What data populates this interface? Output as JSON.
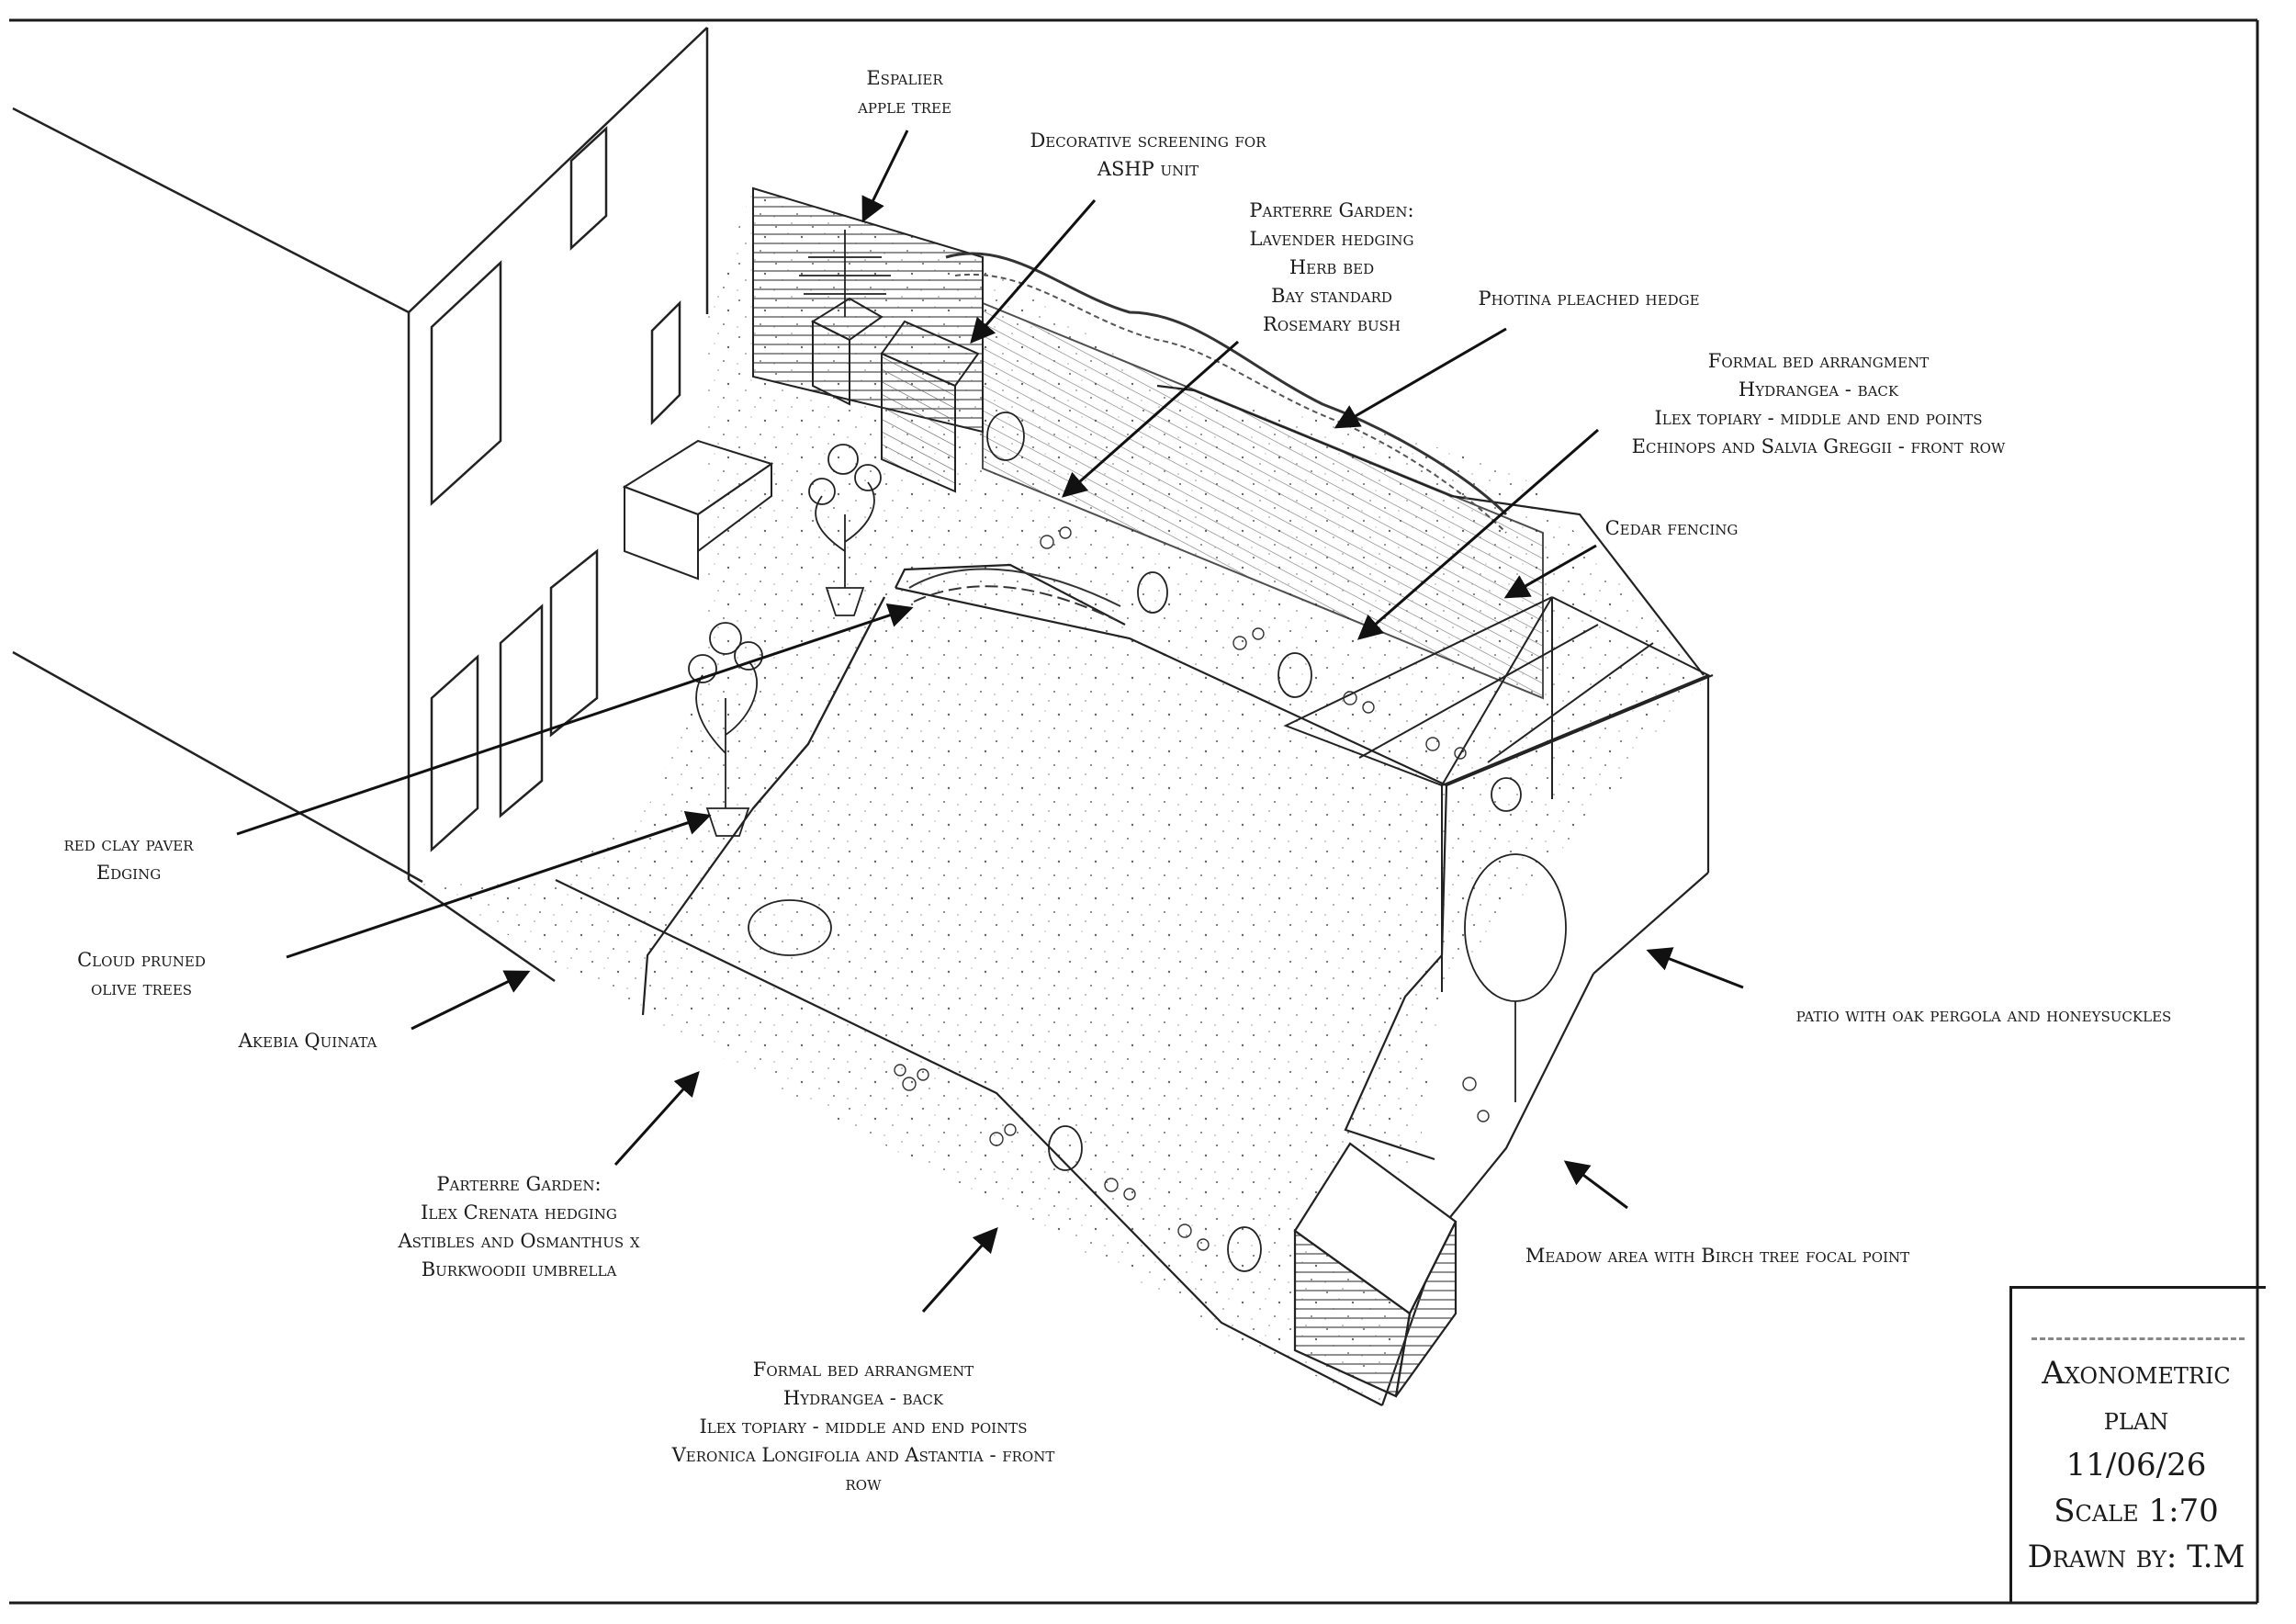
{
  "labels": {
    "espalier": [
      "Espalier",
      "apple tree"
    ],
    "screening": [
      "Decorative screening for",
      "ASHP unit"
    ],
    "parterre_back": [
      "Parterre Garden:",
      "Lavender hedging",
      "Herb bed",
      "Bay standard",
      "Rosemary bush"
    ],
    "photina": [
      "Photina pleached hedge"
    ],
    "formal_back": [
      "Formal bed arrangment",
      "Hydrangea - back",
      "Ilex topiary - middle and end points",
      "Echinops and Salvia Greggii - front row"
    ],
    "cedar": [
      "Cedar fencing"
    ],
    "paver": [
      "red clay paver",
      "Edging"
    ],
    "olive": [
      "Cloud pruned",
      "olive trees"
    ],
    "akebia": [
      "Akebia Quinata"
    ],
    "patio": [
      "patio with oak pergola and honeysuckles"
    ],
    "parterre_front": [
      "Parterre Garden:",
      "Ilex Crenata hedging",
      "Astibles and Osmanthus x",
      "Burkwoodii umbrella"
    ],
    "meadow": [
      "Meadow area with Birch tree focal point"
    ],
    "formal_front": [
      "Formal bed arrangment",
      "Hydrangea - back",
      "Ilex topiary - middle and end points",
      "Veronica Longifolia and Astantia - front",
      "row"
    ]
  },
  "title_block": {
    "line1": "Axonometric",
    "line2": "plan",
    "date": "11/06/26",
    "scale": "Scale 1:70",
    "drawn_by": "Drawn by: T.M"
  }
}
